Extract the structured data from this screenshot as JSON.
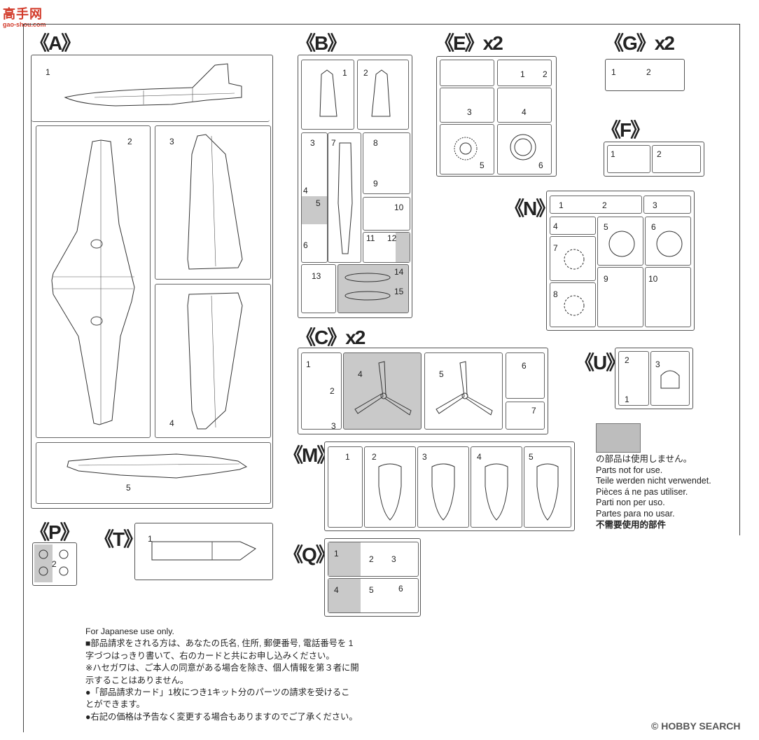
{
  "watermark_top": {
    "chars": "高手网",
    "url": "gao-shou.com"
  },
  "sections": {
    "A": {
      "label": "《A》",
      "parts": [
        "1",
        "2",
        "3",
        "4",
        "5"
      ]
    },
    "B": {
      "label": "《B》",
      "parts": [
        "1",
        "2",
        "3",
        "4",
        "5",
        "6",
        "7",
        "8",
        "9",
        "10",
        "11",
        "12",
        "13",
        "14",
        "15"
      ]
    },
    "E": {
      "label": "《E》x2",
      "parts": [
        "1",
        "2",
        "3",
        "4",
        "5",
        "6"
      ]
    },
    "G": {
      "label": "《G》x2",
      "parts": [
        "1",
        "2"
      ]
    },
    "F": {
      "label": "《F》",
      "parts": [
        "1",
        "2"
      ]
    },
    "N": {
      "label": "《N》",
      "parts": [
        "1",
        "2",
        "3",
        "4",
        "5",
        "6",
        "7",
        "8",
        "9",
        "10"
      ]
    },
    "C": {
      "label": "《C》x2",
      "parts": [
        "1",
        "2",
        "3",
        "4",
        "5",
        "6",
        "7"
      ]
    },
    "U": {
      "label": "《U》",
      "parts": [
        "2",
        "1",
        "3"
      ]
    },
    "M": {
      "label": "《M》",
      "parts": [
        "1",
        "2",
        "3",
        "4",
        "5"
      ]
    },
    "P": {
      "label": "《P》",
      "parts": [
        "2"
      ]
    },
    "T": {
      "label": "《T》",
      "parts": [
        "1"
      ]
    },
    "Q": {
      "label": "《Q》",
      "parts": [
        "1",
        "2",
        "3",
        "4",
        "5",
        "6"
      ]
    }
  },
  "legend": {
    "lines": [
      "の部品は使用しません。",
      "Parts not for use.",
      "Teile werden nicht verwendet.",
      "Pièces á ne pas utiliser.",
      "Parti non per uso.",
      "Partes para no usar.",
      "不需要使用的部件"
    ]
  },
  "notes": {
    "lines": [
      "For Japanese use only.",
      "■部品請求をされる方は、あなたの氏名, 住所, 郵便番号, 電話番号を 1",
      "字づつはっきり書いて、右のカードと共にお申し込みください。",
      "※ハセガワは、ご本人の同意がある場合を除き、個人情報を第３者に開",
      "示することはありません。",
      "●「部品請求カード」1枚につき1キット分のパーツの請求を受けるこ",
      "とができます。",
      "●右記の価格は予告なく変更する場合もありますのでご了承ください。"
    ]
  },
  "watermark_bottom": {
    "text": "HOBBY SEARCH"
  }
}
